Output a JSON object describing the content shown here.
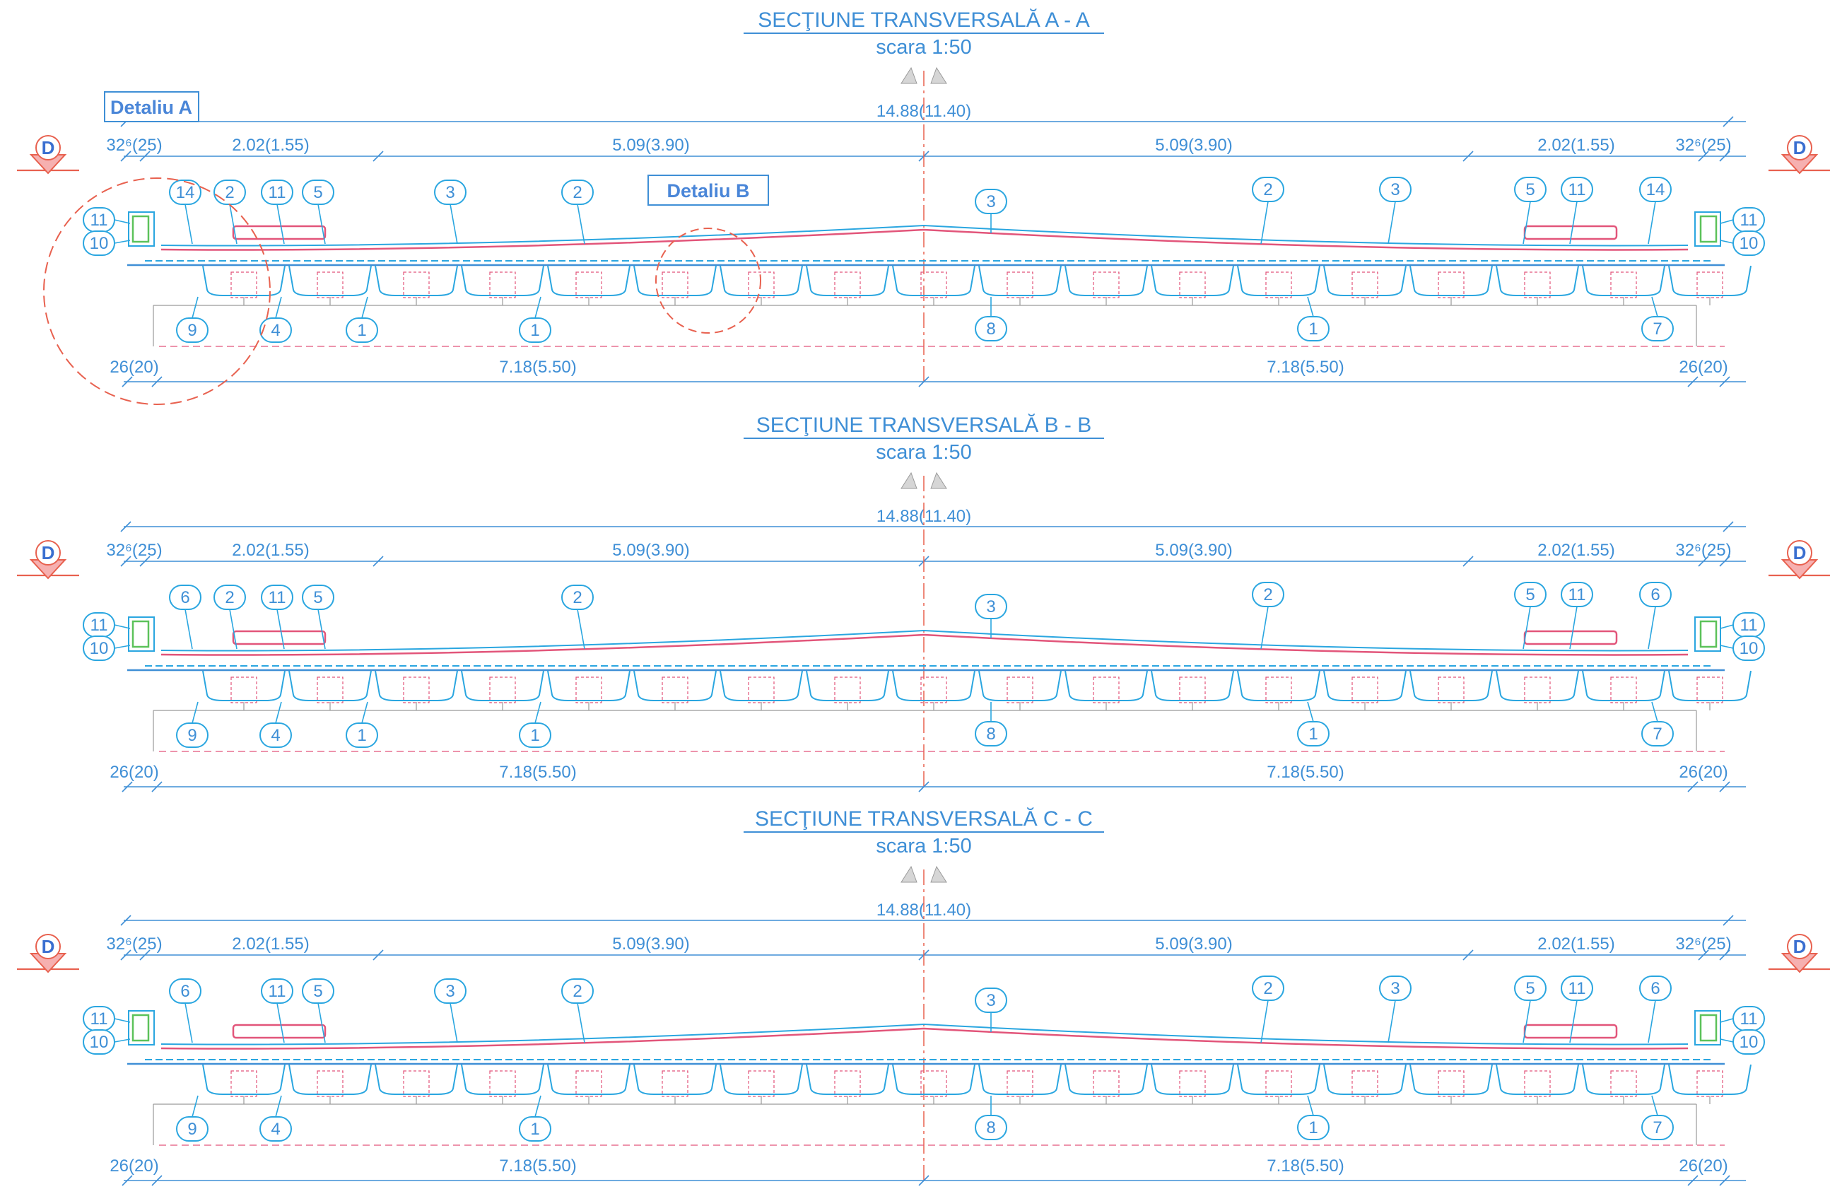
{
  "colors": {
    "blue": "#3f8fd6",
    "cyan": "#2aa6e0",
    "pink": "#e2557a",
    "red_dash": "#e8614f",
    "green": "#5cc25a",
    "gray": "#9a9a9a",
    "bg": "#ffffff"
  },
  "section_marker": {
    "label": "D",
    "icon": "section-cut-marker-icon"
  },
  "detail_labels": {
    "a": "Detaliu A",
    "b": "Detaliu B"
  },
  "dims": {
    "total": "14.88(11.40)",
    "edge": "32⁶(25)",
    "side": "2.02(1.55)",
    "mid": "5.09(3.90)",
    "bottom_edge": "26(20)",
    "bottom_half": "7.18(5.50)"
  },
  "sections": [
    {
      "title": "SECŢIUNE TRANSVERSALĂ  A - A",
      "scale": "scara 1:50",
      "top_marks_left": [
        "14",
        "2",
        "11",
        "5",
        "3",
        "2"
      ],
      "top_mark_center": "3",
      "top_marks_right": [
        "2",
        "3",
        "5",
        "11",
        "14"
      ],
      "side_marks": [
        "11",
        "10"
      ],
      "bottom_marks_left": [
        "9",
        "4",
        "1",
        "1"
      ],
      "bottom_mark_center": "8",
      "bottom_marks_right": [
        "1",
        "7"
      ]
    },
    {
      "title": "SECŢIUNE TRANSVERSALĂ  B - B",
      "scale": "scara 1:50",
      "top_marks_left": [
        "6",
        "2",
        "11",
        "5",
        "2"
      ],
      "top_mark_center": "3",
      "top_marks_right": [
        "2",
        "5",
        "11",
        "6"
      ],
      "side_marks": [
        "11",
        "10"
      ],
      "bottom_marks_left": [
        "9",
        "4",
        "1",
        "1"
      ],
      "bottom_mark_center": "8",
      "bottom_marks_right": [
        "1",
        "7"
      ]
    },
    {
      "title": "SECŢIUNE TRANSVERSALĂ  C - C",
      "scale": "scara 1:50",
      "top_marks_left": [
        "6",
        "11",
        "5",
        "3",
        "2"
      ],
      "top_mark_center": "3",
      "top_marks_right": [
        "2",
        "3",
        "5",
        "11",
        "6"
      ],
      "side_marks": [
        "11",
        "10"
      ],
      "bottom_marks_left": [
        "9",
        "4",
        "1"
      ],
      "bottom_mark_center": "8",
      "bottom_marks_right": [
        "1",
        "7"
      ]
    }
  ]
}
